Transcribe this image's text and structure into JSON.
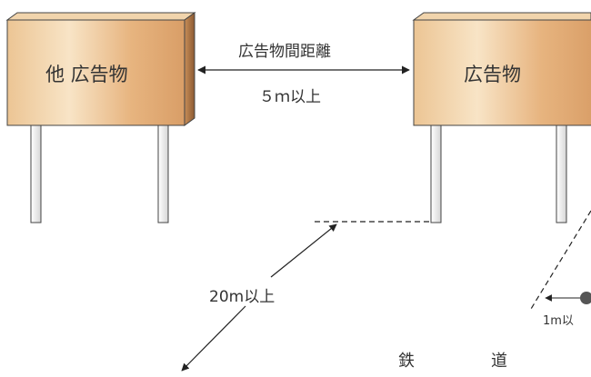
{
  "boards": {
    "left_label": "他 広告物",
    "right_label": "広告物"
  },
  "distance": {
    "title": "広告物間距離",
    "value": "５ｍ以上"
  },
  "railway": {
    "distance_label": "20m以上",
    "label_1": "鉄",
    "label_2": "道"
  },
  "side": {
    "distance_label": "1m以"
  },
  "colors": {
    "board_light": "#f6dfbd",
    "board_mid": "#e3b078",
    "board_dark": "#9c6a3d",
    "line": "#222222",
    "text": "#333333"
  }
}
